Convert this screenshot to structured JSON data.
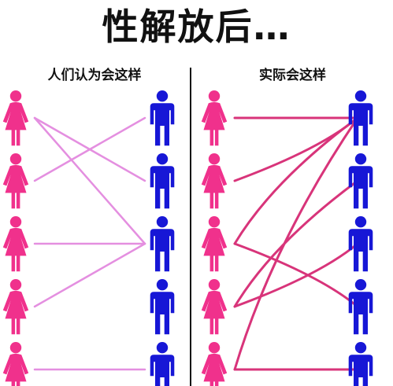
{
  "title": "性解放后…",
  "left_panel": {
    "caption": "人们认为会这样"
  },
  "right_panel": {
    "caption": "实际会这样"
  },
  "colors": {
    "female": "#f0318c",
    "male": "#1717d6",
    "left_lines": "#e48fe0",
    "right_lines": "#d8347a",
    "divider": "#111111",
    "smudge": "#ffffff"
  },
  "icons": {
    "female": "female-figure-icon",
    "male": "male-figure-icon"
  },
  "figures_per_column": 5,
  "left_connections": [
    [
      0,
      1
    ],
    [
      0,
      2
    ],
    [
      1,
      0
    ],
    [
      2,
      2
    ],
    [
      3,
      2
    ],
    [
      4,
      4
    ]
  ],
  "right_connections": [
    [
      0,
      0
    ],
    [
      1,
      0
    ],
    [
      2,
      0
    ],
    [
      2,
      3
    ],
    [
      3,
      1
    ],
    [
      3,
      2
    ],
    [
      4,
      0
    ],
    [
      4,
      4
    ]
  ]
}
